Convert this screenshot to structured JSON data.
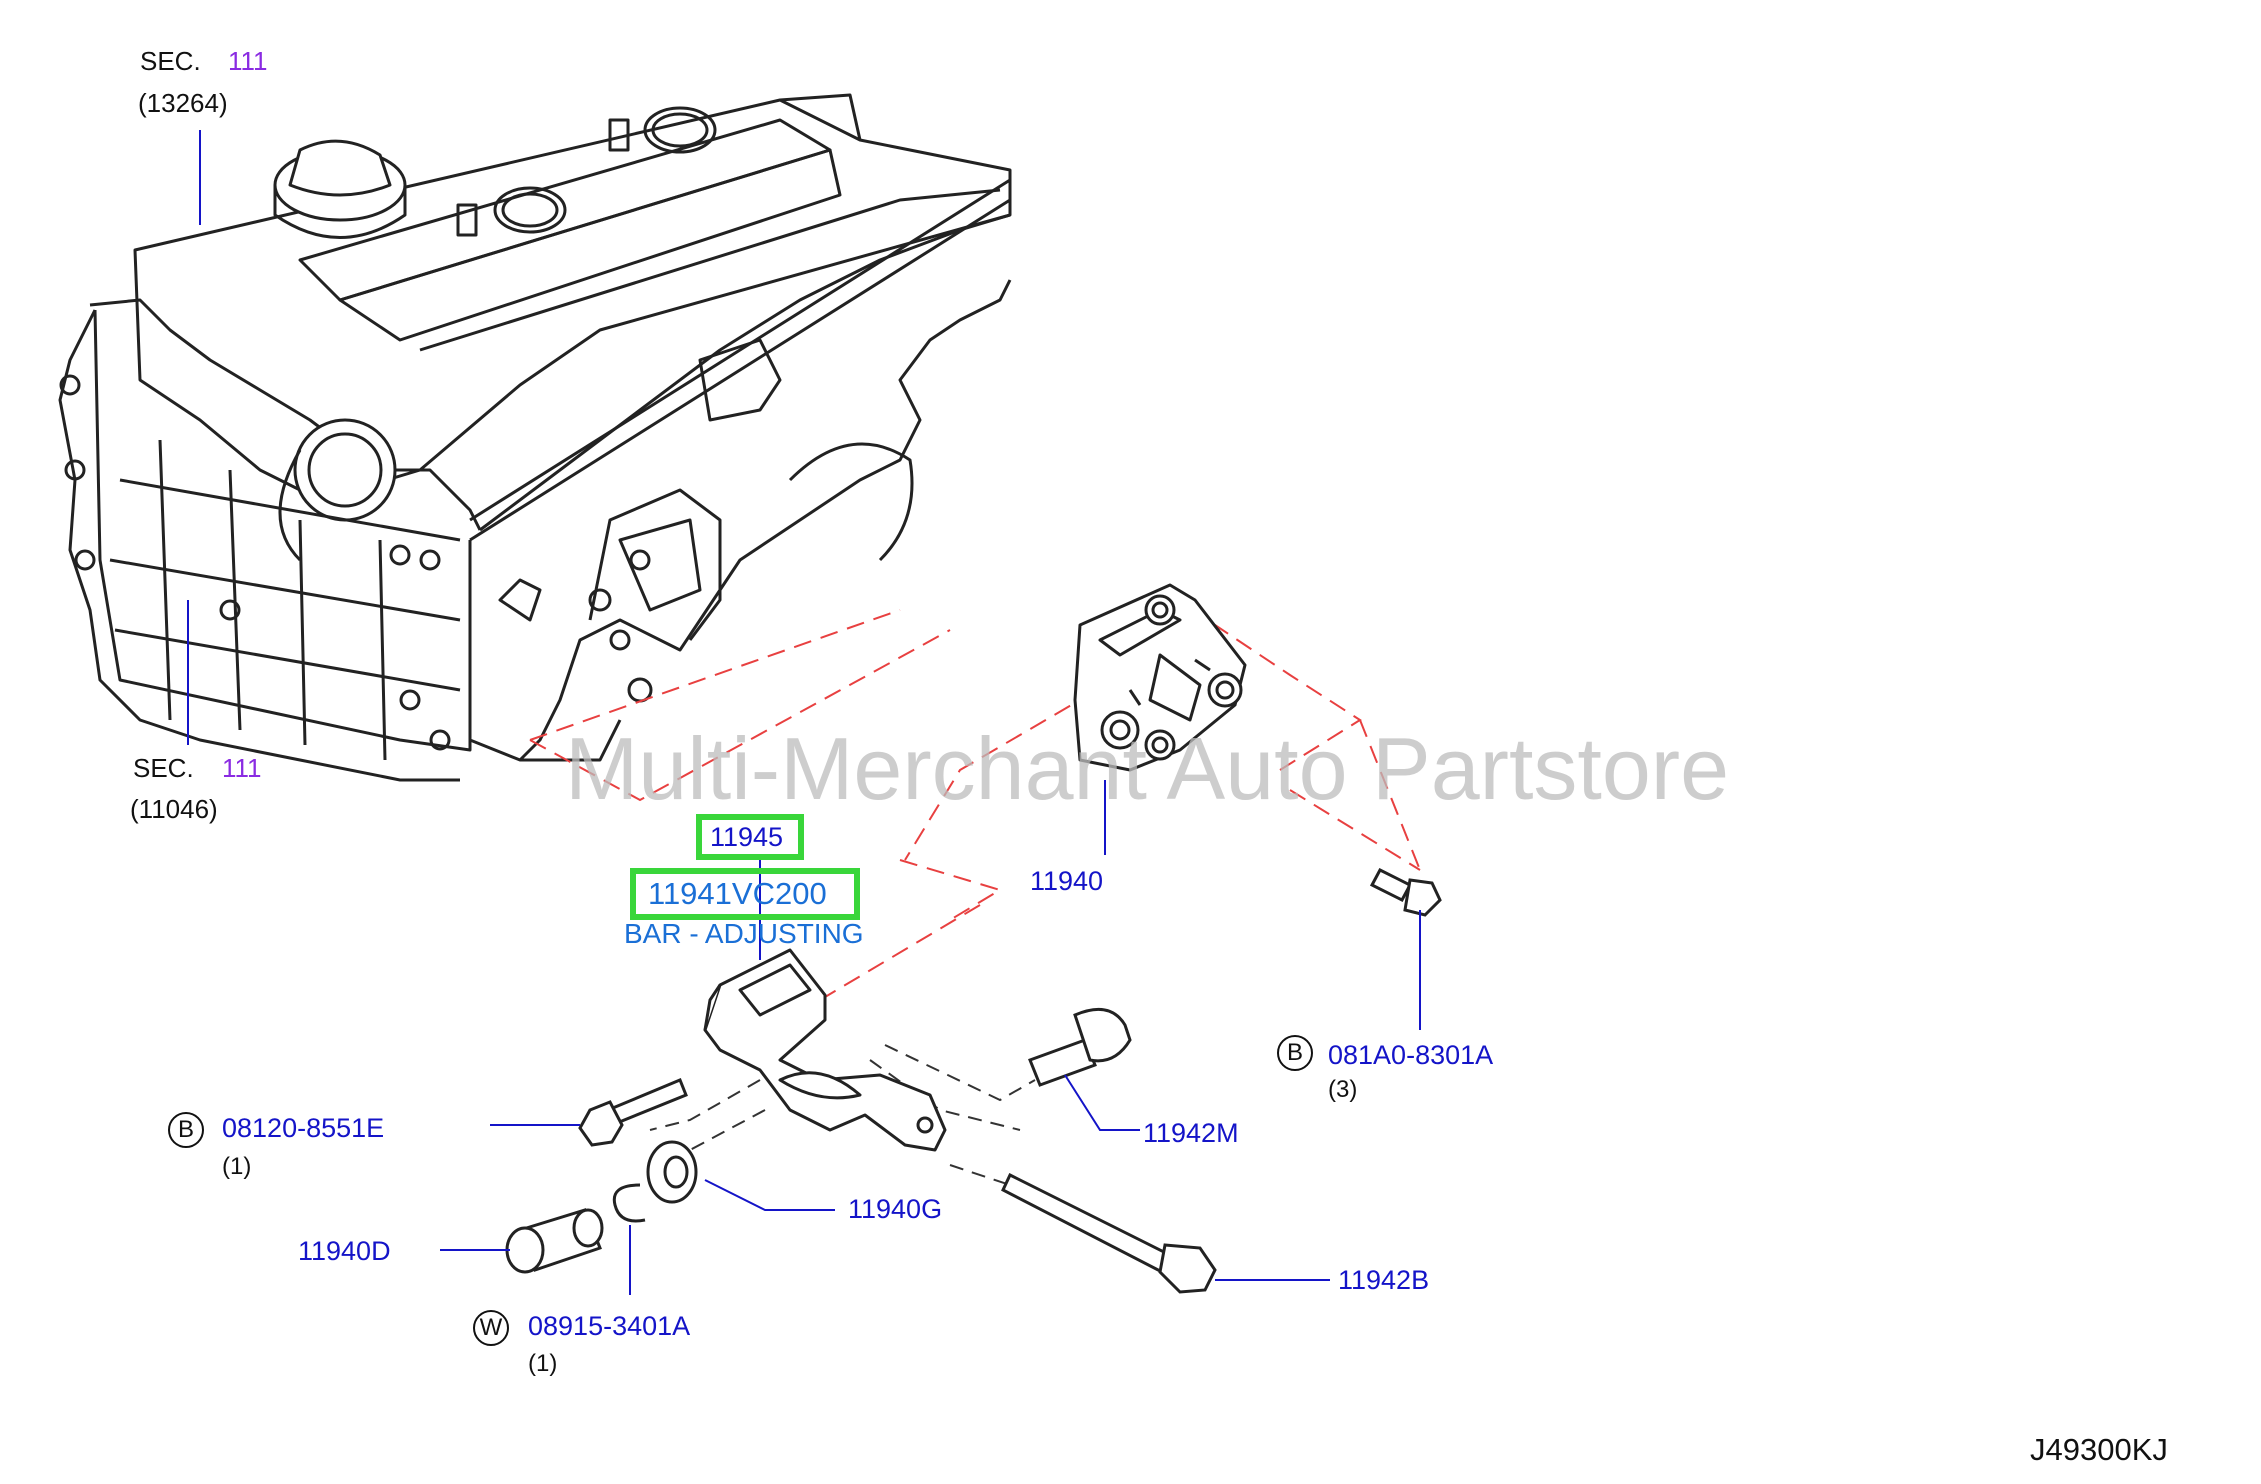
{
  "sec_top": {
    "prefix": "SEC.",
    "number": "111",
    "ref": "(13264)"
  },
  "sec_bottom": {
    "prefix": "SEC.",
    "number": "111",
    "ref": "(11046)"
  },
  "parts": {
    "p11945": "11945",
    "p11941": "11941VC200",
    "bar_name": "BAR - ADJUSTING",
    "p11940": "11940",
    "b081a0": "081A0-8301A",
    "b081a0_qty": "(3)",
    "p11942m": "11942M",
    "b08120": "08120-8551E",
    "b08120_qty": "(1)",
    "p11940g": "11940G",
    "p11940d": "11940D",
    "p11942b": "11942B",
    "w08915": "08915-3401A",
    "w08915_qty": "(1)"
  },
  "circle_letters": {
    "b": "B",
    "w": "W"
  },
  "watermark": "Multi-Merchant Auto Partstore",
  "diagram_code": "J49300KJ",
  "colors": {
    "callout_blue": "#1414c8",
    "highlight_green": "#39d63a",
    "sec_purple": "#8a2be2",
    "dash_red": "#e84040"
  }
}
